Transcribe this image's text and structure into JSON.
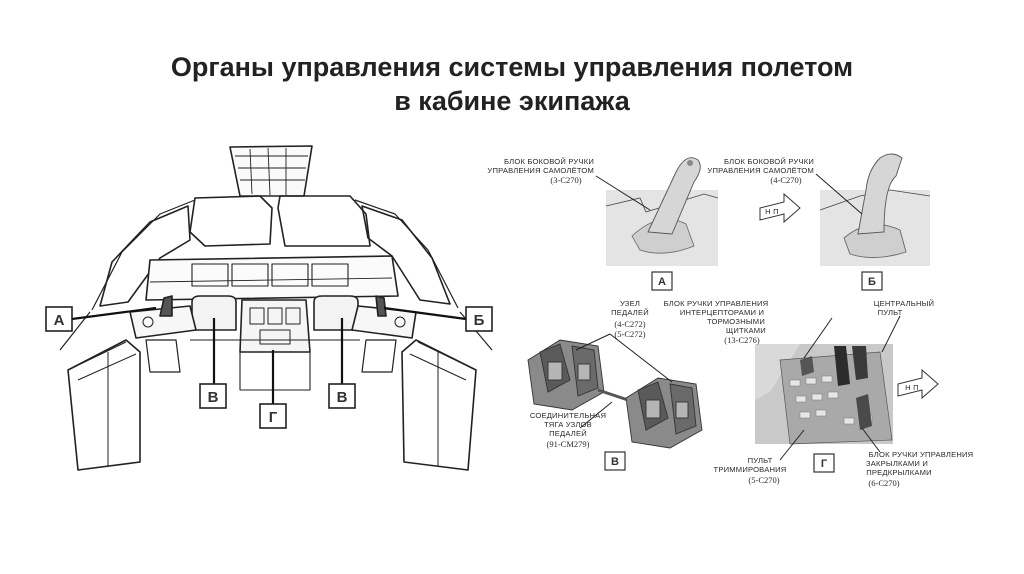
{
  "title": {
    "line1": "Органы управления системы управления полетом",
    "line2": "в кабине экипажа"
  },
  "cockpit": {
    "callouts": {
      "a": "А",
      "b": "Б",
      "v_left": "В",
      "g": "Г",
      "v_right": "В"
    }
  },
  "panels": {
    "a": {
      "label_line1": "БЛОК БОКОВОЙ РУЧКИ",
      "label_line2": "УПРАВЛЕНИЯ САМОЛЁТОМ",
      "code": "(3-С270)",
      "letter": "А"
    },
    "b": {
      "label_line1": "БЛОК БОКОВОЙ РУЧКИ",
      "label_line2": "УПРАВЛЕНИЯ САМОЛЁТОМ",
      "code": "(4-С270)",
      "letter": "Б",
      "view_arrow": "Н П"
    },
    "v": {
      "pedals_line1": "УЗЕЛ",
      "pedals_line2": "ПЕДАЛЕЙ",
      "pedals_code1": "(4-С272)",
      "pedals_code2": "(5-С272)",
      "link_line1": "СОЕДИНИТЕЛЬНАЯ",
      "link_line2": "ТЯГА УЗЛОВ",
      "link_line3": "ПЕДАЛЕЙ",
      "link_code": "(91-СМ279)",
      "letter": "В"
    },
    "g": {
      "spoiler_line1": "БЛОК РУЧКИ УПРАВЛЕНИЯ",
      "spoiler_line2": "ИНТЕРЦЕПТОРАМИ И",
      "spoiler_line3": "ТОРМОЗНЫМИ",
      "spoiler_line4": "ЩИТКАМИ",
      "spoiler_code": "(13-С276)",
      "center_line1": "ЦЕНТРАЛЬНЫЙ",
      "center_line2": "ПУЛЬТ",
      "trim_line1": "ПУЛЬТ",
      "trim_line2": "ТРИММИРОВАНИЯ",
      "trim_code": "(5-С270)",
      "flaps_line1": "БЛОК РУЧКИ УПРАВЛЕНИЯ",
      "flaps_line2": "ЗАКРЫЛКАМИ И",
      "flaps_line3": "ПРЕДКРЫЛКАМИ",
      "flaps_code": "(6-С270)",
      "view_arrow": "Н П",
      "letter": "Г"
    }
  }
}
